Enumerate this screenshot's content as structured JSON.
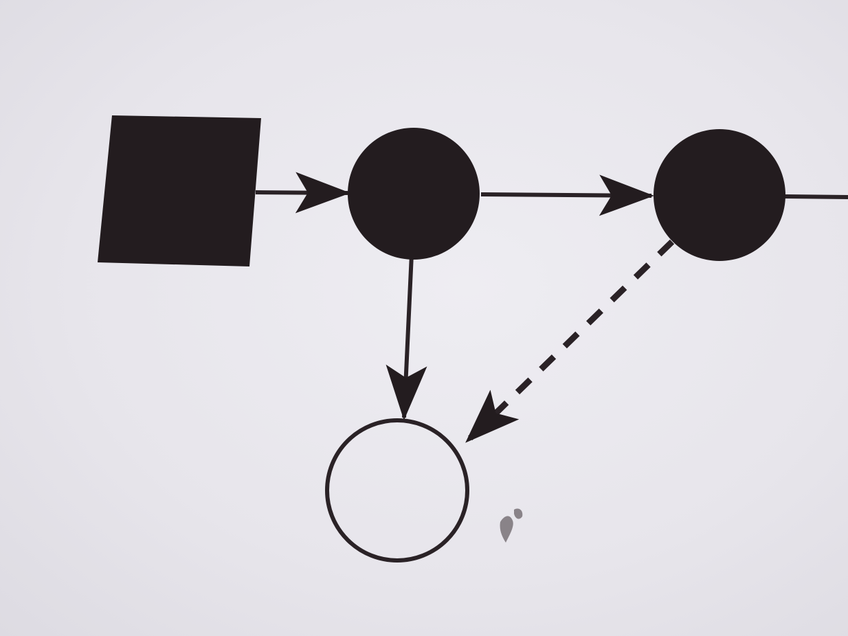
{
  "diagram": {
    "nodes": [
      {
        "id": "source-square",
        "shape": "square",
        "fill": "filled"
      },
      {
        "id": "node-b",
        "shape": "circle",
        "fill": "filled"
      },
      {
        "id": "node-c",
        "shape": "circle",
        "fill": "filled"
      },
      {
        "id": "node-d",
        "shape": "circle",
        "fill": "hollow"
      }
    ],
    "edges": [
      {
        "from": "source-square",
        "to": "node-b",
        "style": "solid"
      },
      {
        "from": "node-b",
        "to": "node-c",
        "style": "solid"
      },
      {
        "from": "node-b",
        "to": "node-d",
        "style": "solid"
      },
      {
        "from": "node-c",
        "to": "node-d",
        "style": "dashed"
      },
      {
        "from": "node-c",
        "to": "off-page",
        "style": "solid"
      }
    ]
  },
  "colors": {
    "ink": "#231c1f",
    "paper": "#e8e6ec"
  }
}
